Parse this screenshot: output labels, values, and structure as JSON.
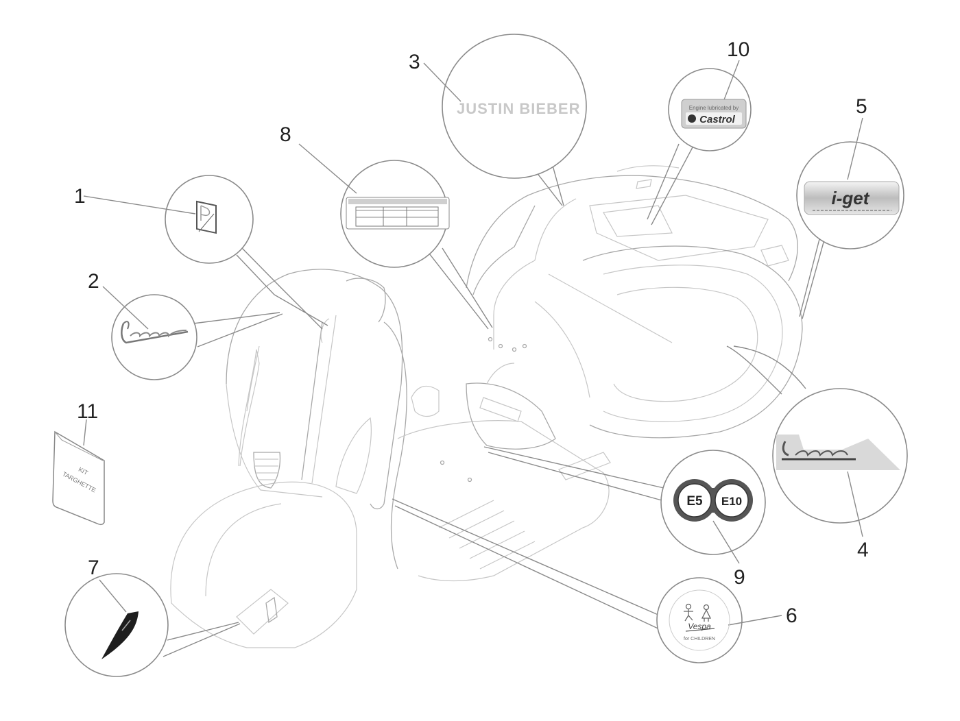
{
  "diagram": {
    "title": "Vespa plates / emblems exploded view",
    "callouts": [
      {
        "number": "1",
        "part": "Piaggio logo badge"
      },
      {
        "number": "2",
        "part": "Vespa script emblem (front shield)"
      },
      {
        "number": "3",
        "part": "Signature decal",
        "decal_text": "JUSTIN BIEBER"
      },
      {
        "number": "4",
        "part": "Vespa side panel decal"
      },
      {
        "number": "5",
        "part": "i-get engine badge",
        "decal_text": "i-get"
      },
      {
        "number": "6",
        "part": "Vespa for Children decal",
        "decal_text": "Vespa",
        "decal_subtext": "for CHILDREN"
      },
      {
        "number": "7",
        "part": "Front mudguard crest"
      },
      {
        "number": "8",
        "part": "Tyre pressure label"
      },
      {
        "number": "9",
        "part": "Fuel compatibility label",
        "badges": [
          "E5",
          "E10"
        ]
      },
      {
        "number": "10",
        "part": "Castrol lubrication label",
        "decal_text": "Castrol",
        "decal_subtext": "Engine lubricated by"
      },
      {
        "number": "11",
        "part": "Plates kit bag",
        "decal_text": "KIT",
        "decal_subtext": "TARGHETTE"
      }
    ],
    "colors": {
      "line": "#8a8a8a",
      "body_line": "#c6c6c6",
      "number_text": "#222222",
      "decal_grey": "#d4d4d4",
      "decal_dark": "#333333"
    }
  }
}
